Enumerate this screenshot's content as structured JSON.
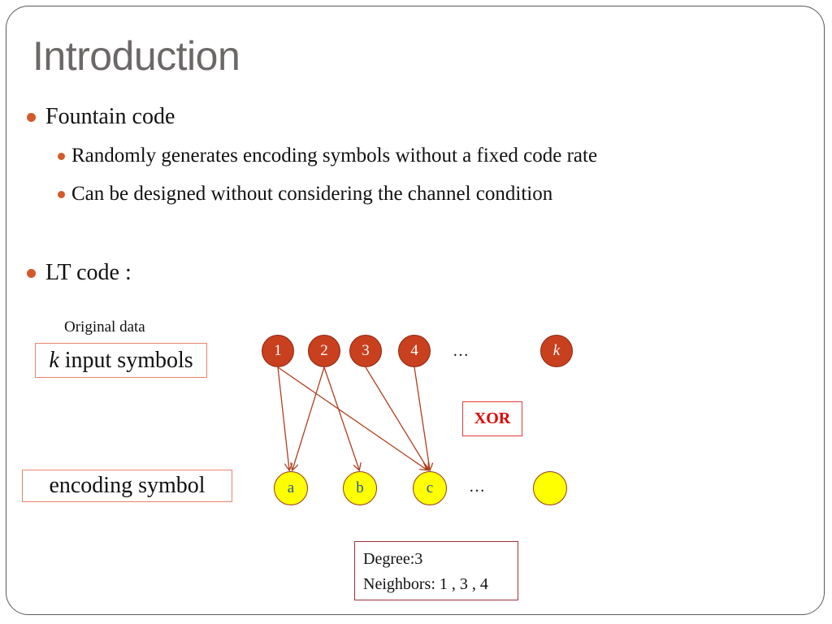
{
  "slide": {
    "title": "Introduction",
    "bullets": [
      {
        "text": "Fountain code",
        "sub": [
          "Randomly generates encoding symbols without a fixed code rate",
          "Can be designed without considering the channel condition"
        ]
      },
      {
        "text": "LT code :"
      }
    ]
  },
  "diagram": {
    "original_data_label": "Original data",
    "input_label": {
      "k": "k",
      "rest": " input symbols"
    },
    "encoding_label": "encoding symbol",
    "input_nodes": [
      "1",
      "2",
      "3",
      "4",
      "k"
    ],
    "input_ellipsis": "…",
    "encoded_nodes": [
      "a",
      "b",
      "c",
      ""
    ],
    "encoded_ellipsis": "…",
    "xor_label": "XOR",
    "degree_text": "Degree:3",
    "neighbors_text": "Neighbors: 1 , 3 , 4",
    "edges": [
      [
        "1",
        "a"
      ],
      [
        "2",
        "a"
      ],
      [
        "2",
        "b"
      ],
      [
        "1",
        "c"
      ],
      [
        "3",
        "c"
      ],
      [
        "4",
        "c"
      ]
    ],
    "colors": {
      "bullet": "#d35a2a",
      "input_fill": "#c9401f",
      "encoded_fill": "#ffff00",
      "edge": "#b0401c",
      "xor_text": "#e00000"
    }
  }
}
